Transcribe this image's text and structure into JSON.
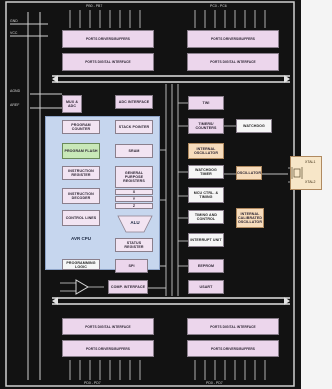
{
  "blocks": {
    "port_drivers_top_left": "PORTS DRIVERS/BUFFERS",
    "port_digital_top_left": "PORTS DIGITAL INTERFACE",
    "port_drivers_top_right": "PORTS DRIVERS/BUFFERS",
    "port_digital_top_right": "PORTS DIGITAL INTERFACE",
    "mux_adc": "MUX & ADC",
    "adc_interface": "ADC INTERFACE",
    "twi": "TWI",
    "program_counter": "PROGRAM COUNTER",
    "stack_pointer": "STACK POINTER",
    "timers_counters": "TIMERS/ COUNTERS",
    "watchdog": "WATCHDOG",
    "program_flash": "PROGRAM FLASH",
    "sram": "SRAM",
    "internal_oscillator": "INTERNAL OSCILLATOR",
    "instruction_register": "INSTRUCTION REGISTER",
    "general_purpose_registers": "GENERAL PURPOSE REGISTERS",
    "reg_x": "X",
    "reg_y": "Y",
    "reg_z": "Z",
    "watchdog_timer": "WATCHDOG TIMER",
    "oscillator": "OSCILLATOR",
    "instruction_decoder": "INSTRUCTION DECODER",
    "alu": "ALU",
    "mcu_control_register": "MCU CTRL. & TIMING",
    "timing_control": "TIMING AND CONTROL",
    "control_lines": "CONTROL LINES",
    "status_register": "STATUS REGISTER",
    "interrupt_unit": "INTERRUPT UNIT",
    "internal_calibrated_oscillator": "INTERNAL CALIBRATED OSCILLATOR",
    "avr_cpu": "AVR CPU",
    "eeprom": "EEPROM",
    "programming_logic": "PROGRAMMING LOGIC",
    "spi": "SPI",
    "usart": "USART",
    "comp_interface": "COMP. INTERFACE",
    "port_digital_bottom_left": "PORTS DIGITAL INTERFACE",
    "port_drivers_bottom_left": "PORTS DRIVERS/BUFFERS",
    "port_digital_bottom_right": "PORTS DIGITAL INTERFACE",
    "port_drivers_bottom_right": "PORTS DRIVERS/BUFFERS"
  },
  "pins": {
    "gnd": "GND",
    "vcc": "VCC",
    "agnd": "AGND",
    "aref": "AREF",
    "xtal1": "XTAL1",
    "xtal2": "XTAL2",
    "port_c": "PC0 - PC6",
    "port_b": "PB0 - PB7",
    "port_d_left": "PD0 - PD7",
    "port_d_right": "PD0 - PD7"
  },
  "colors": {
    "background": "#121212",
    "block_pink": "#ecd6ec",
    "cpu_region": "#c6d6ee",
    "peach": "#f7dcbc",
    "green": "#c8e8b8",
    "bus": "#e9e9e9"
  }
}
